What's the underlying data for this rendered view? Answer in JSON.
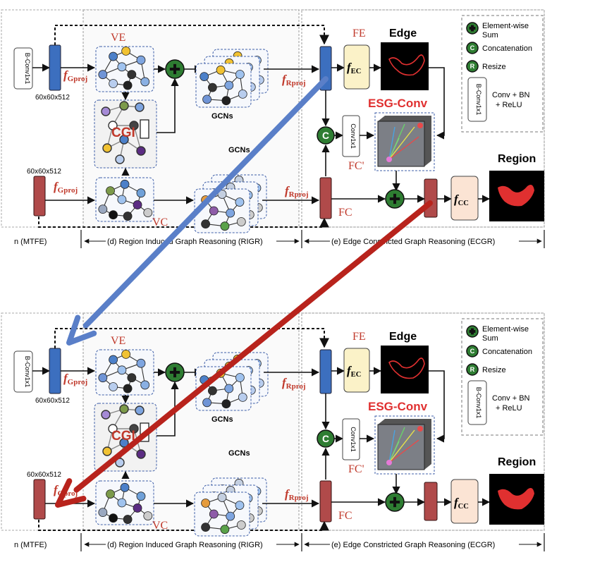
{
  "panel_labels": {
    "ve": "VE",
    "vc": "VC",
    "fe": "FE",
    "fc": "FC",
    "fc_prime": "FC'",
    "cgi": "CGI",
    "gcns": "GCNs",
    "edge": "Edge",
    "region": "Region",
    "esg_conv": "ESG-Conv",
    "dim_top": "60x60x512",
    "dim_bottom": "60x60x512",
    "f": "f",
    "sub_gproj": "Gproj",
    "sub_rproj": "Rproj",
    "sub_ec": "EC",
    "sub_cc": "CC",
    "conv1x1": "Conv1x1",
    "b_conv": "B-Conv1x1",
    "plus": "+",
    "c": "C",
    "r": "R"
  },
  "legend": {
    "sum": "Element-wise Sum",
    "sum_line1": "Element-wise",
    "sum_line2": "Sum",
    "concat": "Concatenation",
    "resize": "Resize",
    "convbn_line1": "Conv + BN",
    "convbn_line2": "+ ReLU"
  },
  "captions": {
    "mtfe": "n (MTFE)",
    "rigr": "(d) Region Induced Graph Reasoning (RIGR)",
    "ecgr": "(e) Edge Constricted Graph Reasoning (ECGR)"
  },
  "colors": {
    "blue_block": "#3c6fbf",
    "red_block": "#b04a4a",
    "red_text": "#c0392b",
    "plus_green": "#2e7d32",
    "arrow_blue": "#5a7fc8",
    "arrow_red": "#b8231c",
    "edge_red": "#e03030"
  }
}
